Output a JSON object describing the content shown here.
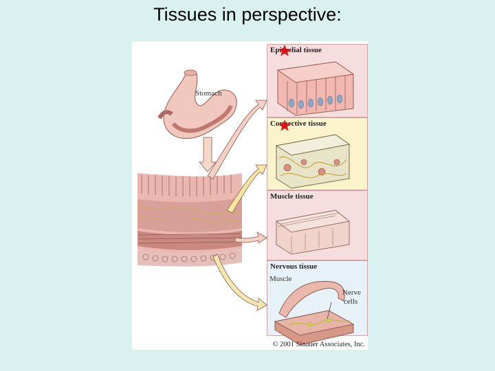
{
  "slide": {
    "title": "Tissues in perspective:"
  },
  "figure": {
    "organ_label": "Stomach",
    "panels": [
      {
        "label": "Epithelial tissue"
      },
      {
        "label": "Connective tissue"
      },
      {
        "label": "Muscle tissue"
      },
      {
        "label": "Nervous tissue"
      }
    ],
    "nervous_labels": {
      "muscle": "Muscle",
      "nerve_line1": "Nerve",
      "nerve_line2": "cells"
    },
    "credit": "© 2001 Sinauer Associates, Inc.",
    "colors": {
      "background": "#d9f2ef",
      "star": "#e01010",
      "panel_pink": "#f7dede",
      "panel_yellow": "#fbf3cc",
      "panel_blue": "#e6f2f7"
    }
  }
}
